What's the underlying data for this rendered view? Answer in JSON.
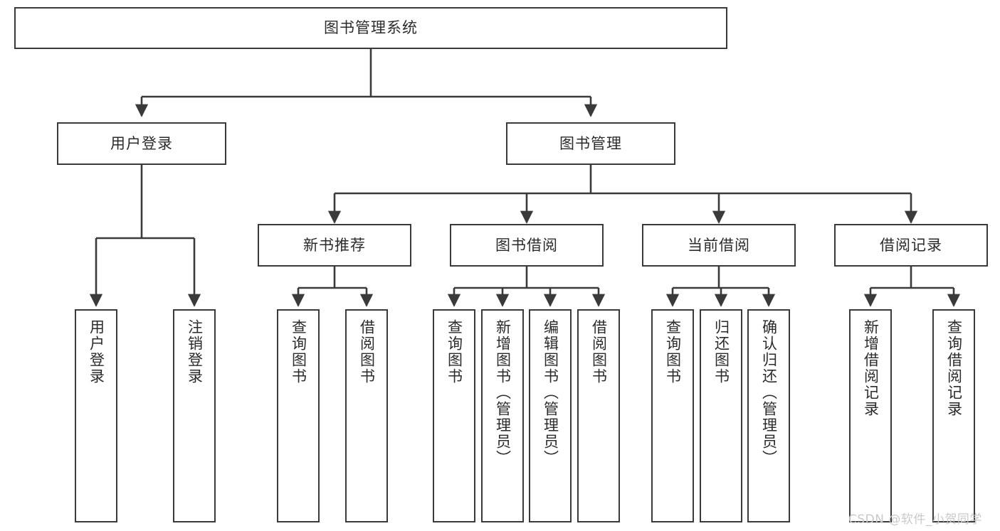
{
  "diagram": {
    "type": "tree",
    "title": "图书管理系统",
    "colors": {
      "background": "#ffffff",
      "box_border": "#3a3a3a",
      "box_fill": "#ffffff",
      "text": "#2b2b2b",
      "connector": "#3a3a3a",
      "watermark": "#c9c9c9"
    },
    "root": {
      "label": "图书管理系统"
    },
    "level1": [
      {
        "label": "用户登录"
      },
      {
        "label": "图书管理"
      }
    ],
    "level2": [
      {
        "label": "新书推荐"
      },
      {
        "label": "图书借阅"
      },
      {
        "label": "当前借阅"
      },
      {
        "label": "借阅记录"
      }
    ],
    "leaves": {
      "user_login": [
        {
          "label": "用户登录"
        },
        {
          "label": "注销登录"
        }
      ],
      "new_book_recommend": [
        {
          "label": "查询图书"
        },
        {
          "label": "借阅图书"
        }
      ],
      "book_borrow": [
        {
          "label": "查询图书"
        },
        {
          "label": "新增图书（管理员）"
        },
        {
          "label": "编辑图书（管理员）"
        },
        {
          "label": "借阅图书"
        }
      ],
      "current_borrow": [
        {
          "label": "查询图书"
        },
        {
          "label": "归还图书"
        },
        {
          "label": "确认归还（管理员）"
        }
      ],
      "borrow_record": [
        {
          "label": "新增借阅记录"
        },
        {
          "label": "查询借阅记录"
        }
      ]
    }
  },
  "watermark": {
    "text": "CSDN @软件_小贺同学"
  }
}
